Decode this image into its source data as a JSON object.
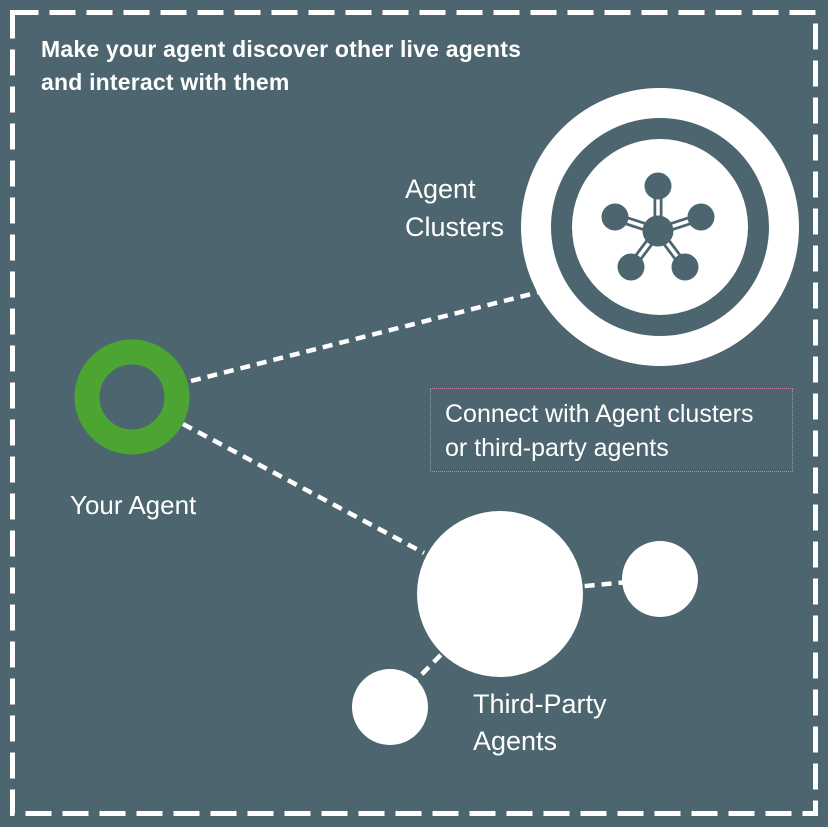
{
  "header": {
    "title": "Make your agent discover other live agents\nand interact with them"
  },
  "clusters": {
    "label": "Agent\nClusters"
  },
  "your_agent": {
    "label": "Your Agent"
  },
  "third_party": {
    "label": "Third-Party\nAgents"
  },
  "note": {
    "text": "Connect with Agent clusters or third-party agents"
  },
  "colors": {
    "background": "#4C656F",
    "agent_green": "#4CA433",
    "icon_white": "#FFFFFF",
    "note_border": "#C97FB2",
    "border_dash": "#FFFFFF"
  }
}
